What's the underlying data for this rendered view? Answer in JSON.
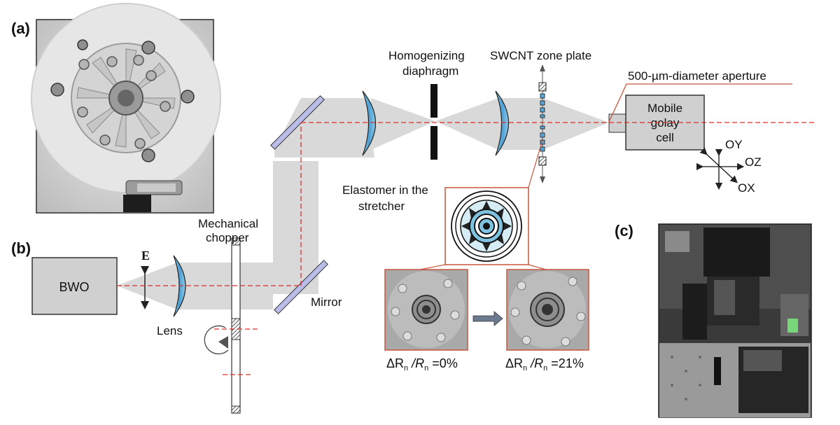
{
  "panels": {
    "a": "(a)",
    "b": "(b)",
    "c": "(c)"
  },
  "labels": {
    "bwo": "BWO",
    "e_field": "E",
    "lens": "Lens",
    "chopper_line1": "Mechanical",
    "chopper_line2": "chopper",
    "mirror": "Mirror",
    "diaphragm_line1": "Homogenizing",
    "diaphragm_line2": "diaphragm",
    "zone_plate": "SWCNT zone plate",
    "aperture": "500-µm-diameter aperture",
    "golay_line1": "Mobile",
    "golay_line2": "golay",
    "golay_line3": "cell",
    "elastomer_line1": "Elastomer in the",
    "elastomer_line2": "stretcher",
    "axis_oy": "OY",
    "axis_oz": "OZ",
    "axis_ox": "OX",
    "strain_0_prefix": "ΔR",
    "strain_0_sub1": "n",
    "strain_0_mid": " /R",
    "strain_0_sub2": "n",
    "strain_0_value": " =0%",
    "strain_21_prefix": "ΔR",
    "strain_21_sub1": "n",
    "strain_21_mid": " /R",
    "strain_21_sub2": "n",
    "strain_21_value": " =21%"
  },
  "colors": {
    "beam": "#d9d9d9",
    "lens": "#5aa8d6",
    "optical_axis": "#d9302c",
    "inset_frame": "#c8553d",
    "box_fill": "#d0d0d0",
    "mirror": "#b9bde8"
  }
}
